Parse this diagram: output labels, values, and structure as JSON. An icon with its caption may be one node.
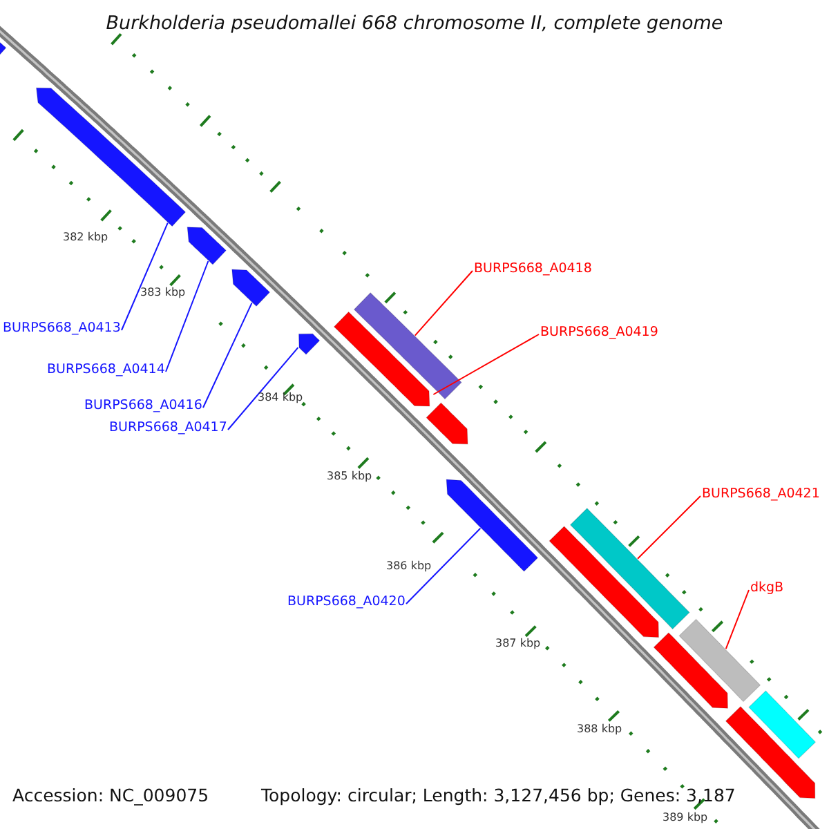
{
  "diagram": {
    "title": "Burkholderia pseudomallei 668 chromosome II, complete genome",
    "nodes": [
      {
        "text": [
          "BURPS668_A0418"
        ]
      },
      {
        "text": [
          "BURPS668_A0419"
        ]
      },
      {
        "text": [
          "BURPS668_A0413"
        ]
      },
      {
        "text": [
          "BURPS668_A0414"
        ]
      },
      {
        "text": [
          "BURPS668_A0416"
        ]
      },
      {
        "text": [
          "BURPS668_A0417"
        ]
      },
      {
        "text": [
          "BURPS668_A0421"
        ]
      },
      {
        "text": [
          "dkgB"
        ]
      },
      {
        "text": [
          "BURPS668_A0420"
        ]
      },
      {
        "text": [],
        "shape": "arrow"
      },
      {
        "text": [],
        "shape": "arrow"
      },
      {
        "text": [],
        "shape": "arrow"
      },
      {
        "text": [],
        "shape": "arrow"
      },
      {
        "text": [],
        "shape": "arrow"
      },
      {
        "text": [],
        "shape": "bar"
      },
      {
        "text": [],
        "shape": "arrow"
      },
      {
        "text": [],
        "shape": "arrow"
      },
      {
        "text": [],
        "shape": "arrow"
      },
      {
        "text": [],
        "shape": "bar"
      },
      {
        "text": [],
        "shape": "arrow"
      },
      {
        "text": [],
        "shape": "bar"
      },
      {
        "text": [],
        "shape": "arrow"
      },
      {
        "text": [],
        "shape": "bar"
      },
      {
        "text": [],
        "shape": "arrow"
      }
    ],
    "edges": [
      {
        "from": 0,
        "to": 14,
        "arrow": "none",
        "color": "#ff0000"
      },
      {
        "from": 1,
        "to": 15,
        "arrow": "none",
        "color": "#ff0000"
      },
      {
        "from": 2,
        "to": 10,
        "arrow": "none"
      },
      {
        "from": 3,
        "to": 11,
        "arrow": "none"
      },
      {
        "from": 4,
        "to": 12,
        "arrow": "none"
      },
      {
        "from": 5,
        "to": 13,
        "arrow": "none"
      },
      {
        "from": 6,
        "to": 18,
        "arrow": "none",
        "color": "#ff0000"
      },
      {
        "from": 7,
        "to": 20,
        "arrow": "none",
        "color": "#ff0000"
      },
      {
        "from": 8,
        "to": 17,
        "arrow": "none"
      }
    ],
    "labels": [
      "382 kbp",
      "383 kbp",
      "384 kbp",
      "385 kbp",
      "386 kbp",
      "387 kbp",
      "388 kbp",
      "389 kbp",
      "Accession: NC_009075",
      "Topology: circular; Length: 3,127,456 bp; Genes: 3,187"
    ]
  }
}
